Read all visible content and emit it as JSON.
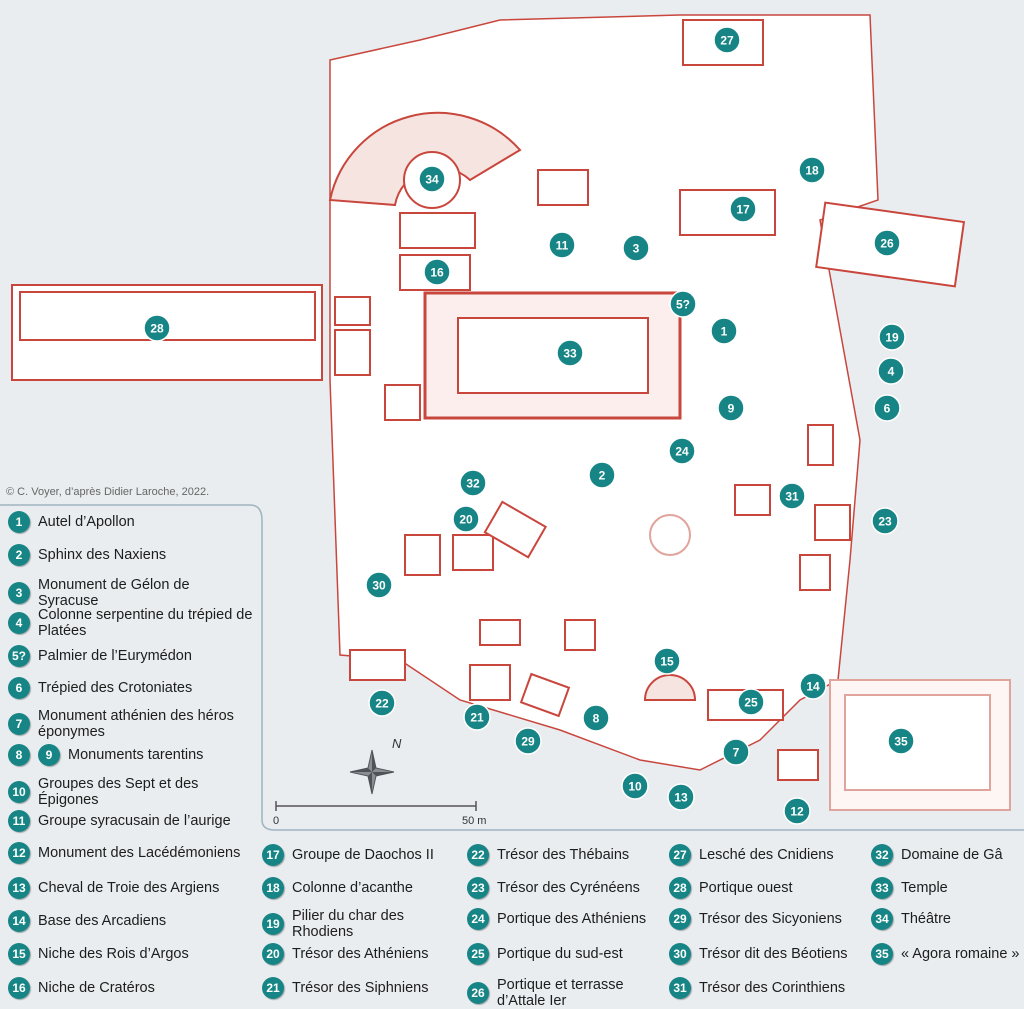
{
  "credit": "© C. Voyer, d’après Didier Laroche, 2022.",
  "colors": {
    "structure": "#c9463d",
    "marker": "#178585",
    "background": "#e9edf0"
  },
  "compass": {
    "label": "N",
    "icon": "compass-rose-icon"
  },
  "scale": {
    "start": "0",
    "end": "50 m"
  },
  "markers": [
    "1",
    "2",
    "3",
    "4",
    "5?",
    "6",
    "7",
    "8",
    "9",
    "10",
    "11",
    "12",
    "13",
    "14",
    "15",
    "16",
    "17",
    "18",
    "19",
    "20",
    "21",
    "22",
    "23",
    "24",
    "25",
    "26",
    "27",
    "28",
    "29",
    "30",
    "31",
    "32",
    "33",
    "34",
    "35"
  ],
  "legend": [
    {
      "num": "1",
      "text": "Autel d’Apollon"
    },
    {
      "num": "2",
      "text": "Sphinx des Naxiens"
    },
    {
      "num": "3",
      "text": "Monument de Gélon de Syracuse"
    },
    {
      "num": "4",
      "text": "Colonne serpentine du trépied de Platées"
    },
    {
      "num": "5?",
      "text": "Palmier de l’Eurymédon"
    },
    {
      "num": "6",
      "text": "Trépied des Crotoniates"
    },
    {
      "num": "7",
      "text": "Monument athénien des héros éponymes"
    },
    {
      "num": "8",
      "num2": "9",
      "text": "Monuments tarentins"
    },
    {
      "num": "10",
      "text": "Groupes des Sept et des Épigones"
    },
    {
      "num": "11",
      "text": "Groupe syracusain de l’aurige"
    },
    {
      "num": "12",
      "text": "Monument des Lacédémoniens"
    },
    {
      "num": "13",
      "text": "Cheval de Troie des Argiens"
    },
    {
      "num": "14",
      "text": "Base des Arcadiens"
    },
    {
      "num": "15",
      "text": "Niche des Rois d’Argos"
    },
    {
      "num": "16",
      "text": "Niche de Cratéros"
    },
    {
      "num": "17",
      "text": "Groupe de Daochos II"
    },
    {
      "num": "18",
      "text": "Colonne d’acanthe"
    },
    {
      "num": "19",
      "text": "Pilier du char des Rhodiens"
    },
    {
      "num": "20",
      "text": "Trésor des Athéniens"
    },
    {
      "num": "21",
      "text": "Trésor des Siphniens"
    },
    {
      "num": "22",
      "text": "Trésor des Thébains"
    },
    {
      "num": "23",
      "text": "Trésor des Cyrénéens"
    },
    {
      "num": "24",
      "text": "Portique des Athéniens"
    },
    {
      "num": "25",
      "text": "Portique du sud-est"
    },
    {
      "num": "26",
      "text": "Portique et terrasse d’Attale Ier"
    },
    {
      "num": "27",
      "text": "Lesché des Cnidiens"
    },
    {
      "num": "28",
      "text": "Portique ouest"
    },
    {
      "num": "29",
      "text": "Trésor des Sicyoniens"
    },
    {
      "num": "30",
      "text": "Trésor dit des Béotiens"
    },
    {
      "num": "31",
      "text": "Trésor des Corinthiens"
    },
    {
      "num": "32",
      "text": "Domaine de Gâ"
    },
    {
      "num": "33",
      "text": "Temple"
    },
    {
      "num": "34",
      "text": "Théâtre"
    },
    {
      "num": "35",
      "text": "« Agora romaine »"
    }
  ]
}
